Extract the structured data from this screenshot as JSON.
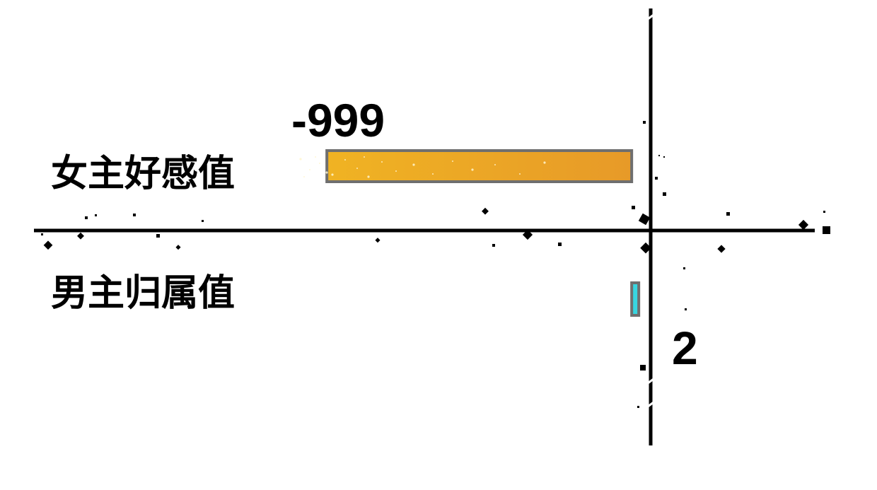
{
  "chart_data": {
    "type": "bar",
    "orientation": "horizontal",
    "categories": [
      "女主好感值",
      "男主归属值"
    ],
    "values": [
      -999,
      2
    ],
    "data_labels": [
      "-999",
      "2"
    ],
    "bar_colors": [
      "#F0B323",
      "#38D6E0"
    ],
    "bar_gradient_end": "#E79A28",
    "bar_border": "#6F6F6F",
    "axis_color": "#000000",
    "xlim": [
      -1959,
      600
    ],
    "grid": false,
    "legend": "none"
  }
}
